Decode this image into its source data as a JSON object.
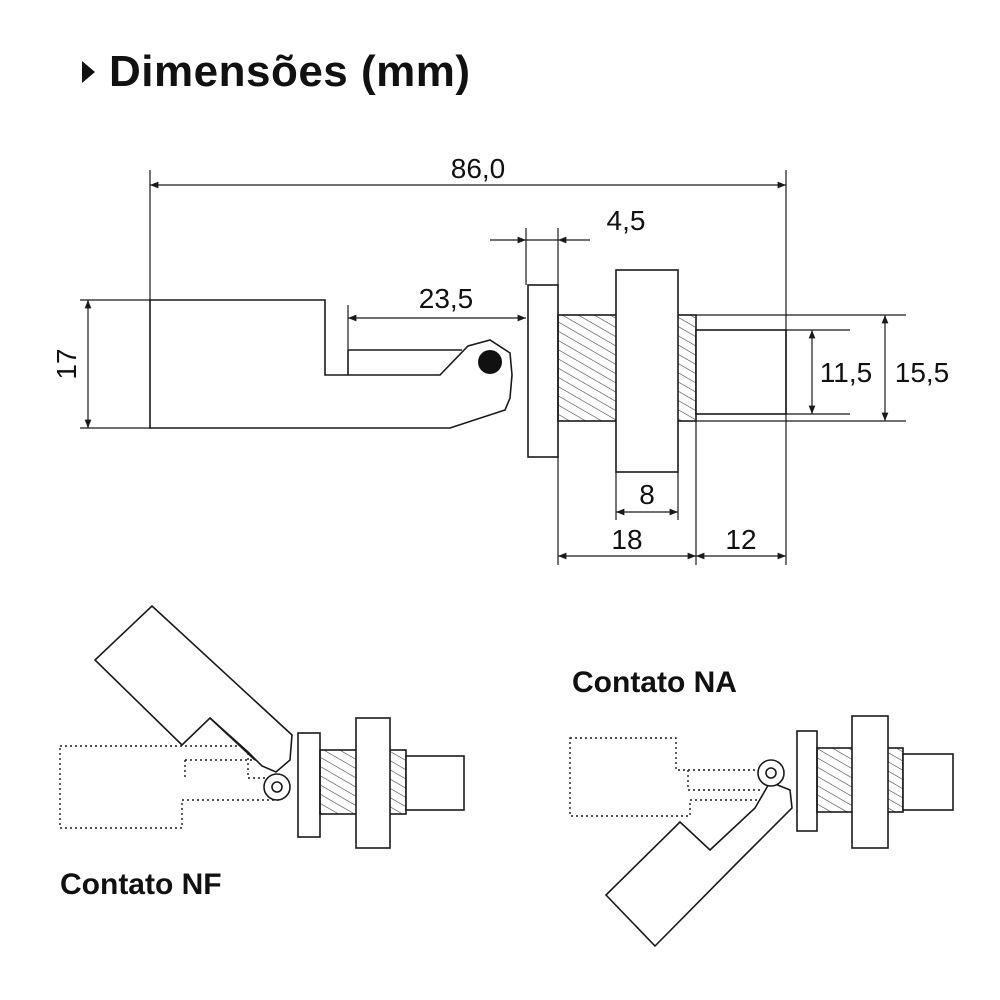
{
  "title": {
    "marker_icon": "triangle-right-icon",
    "text": "Dimensões (mm)"
  },
  "dimensions": {
    "overall_length": "86,0",
    "nut_thickness": "4,5",
    "float_arm": "23,5",
    "float_height": "17",
    "inner_diameter": "11,5",
    "outer_diameter": "15,5",
    "washer_width": "8",
    "thread_length": "18",
    "tail_length": "12"
  },
  "captions": {
    "nf": "Contato NF",
    "na": "Contato NA"
  },
  "colors": {
    "line": "#1a1a1a",
    "background": "#ffffff"
  }
}
